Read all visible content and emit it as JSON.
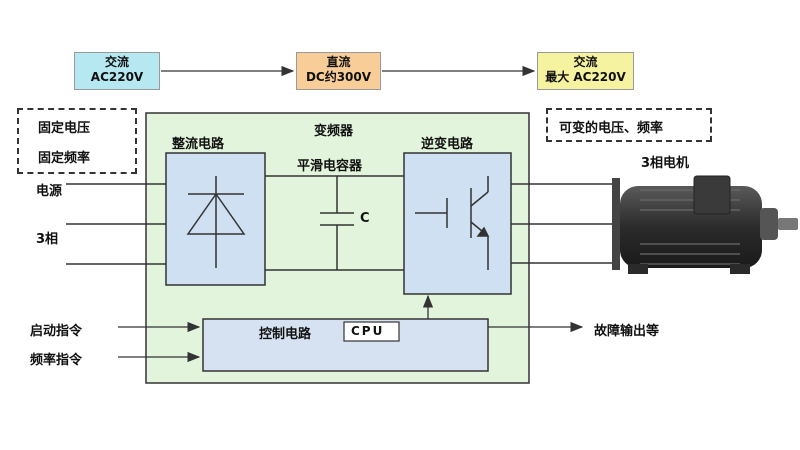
{
  "top_flow": {
    "stage1": {
      "line1": "交流",
      "line2": "AC220V",
      "color": "#b6e8f2"
    },
    "stage2": {
      "line1": "直流",
      "line2": "DC约300V",
      "color": "#f8cd98"
    },
    "stage3": {
      "line1": "交流",
      "line2": "最大 AC220V",
      "color": "#f5f2a0"
    }
  },
  "input_note": {
    "line1": "固定电压",
    "line2": "固定频率"
  },
  "output_note": {
    "text": "可变的电压、频率"
  },
  "inverter_title": "变频器",
  "rectifier_label": "整流电路",
  "smoothing_label": "平滑电容器",
  "capacitor_label": "C",
  "inverter_label": "逆变电路",
  "control_label": "控制电路",
  "cpu_label": "CPU",
  "power_label": "电源",
  "phase_label": "3相",
  "motor_label": "3相电机",
  "start_cmd": "启动指令",
  "freq_cmd": "频率指令",
  "fault_output": "故障输出等",
  "colors": {
    "panel": "#e2f5dc",
    "border": "#333333",
    "block": "#cfe0f2",
    "control": "#d6e2f2"
  }
}
